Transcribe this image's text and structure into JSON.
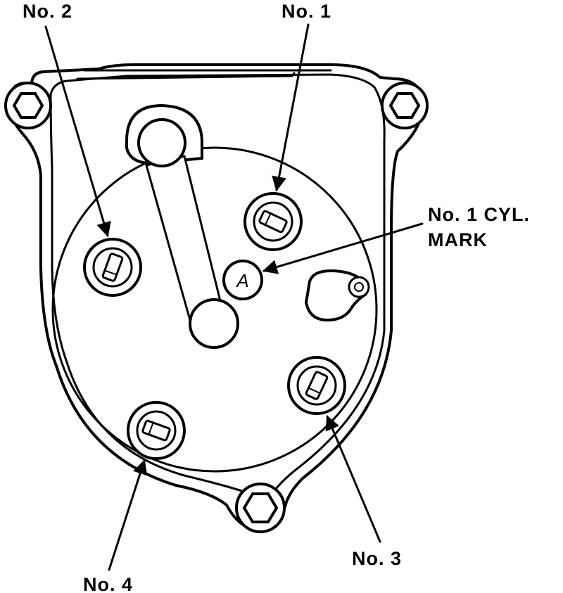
{
  "labels": {
    "no2": "No. 2",
    "no1": "No. 1",
    "no1_cyl_mark_line1": "No. 1 CYL.",
    "no1_cyl_mark_line2": "MARK",
    "no3": "No. 3",
    "no4": "No. 4",
    "mark_letter": "A"
  },
  "colors": {
    "ink": "#000000",
    "paper": "#ffffff"
  }
}
